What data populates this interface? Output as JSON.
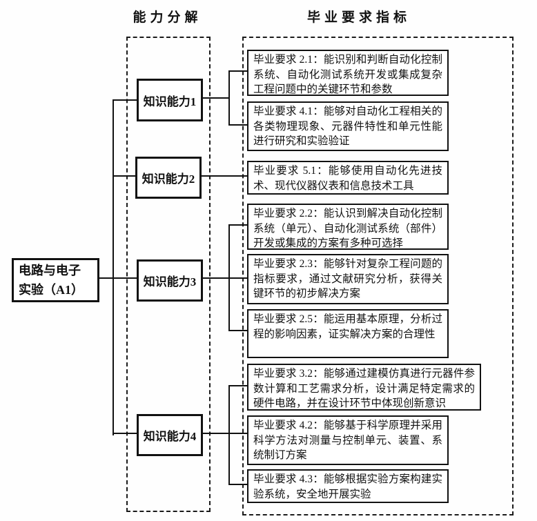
{
  "diagram": {
    "headers": {
      "capability": "能力分解",
      "requirement": "毕业要求指标"
    },
    "course": {
      "line1": "电路与电子",
      "line2": "实验（A1）"
    },
    "capabilities": [
      {
        "label": "知识能力1"
      },
      {
        "label": "知识能力2"
      },
      {
        "label": "知识能力3"
      },
      {
        "label": "知识能力4"
      }
    ],
    "requirements": [
      {
        "text": "毕业要求 2.1：能识别和判断自动化控制系统、自动化测试系统开发或集成复杂工程问题中的关键环节和参数"
      },
      {
        "text": "毕业要求 4.1：能够对自动化工程相关的各类物理现象、元器件特性和单元性能进行研究和实验验证"
      },
      {
        "text": "毕业要求 5.1：能够使用自动化先进技术、现代仪器仪表和信息技术工具"
      },
      {
        "text": "毕业要求 2.2：能认识到解决自动化控制系统（单元）、自动化测试系统（部件）开发或集成的方案有多种可选择"
      },
      {
        "text": "毕业要求 2.3：能够针对复杂工程问题的指标要求，通过文献研究分析，获得关键环节的初步解决方案"
      },
      {
        "text": "毕业要求 2.5：能运用基本原理，分析过程的影响因素，证实解决方案的合理性"
      },
      {
        "text": "毕业要求 3.2：能够通过建模仿真进行元器件参数计算和工艺需求分析，设计满足特定需求的硬件电路，并在设计环节中体现创新意识"
      },
      {
        "text": "毕业要求 4.2：能够基于科学原理并采用科学方法对测量与控制单元、装置、系统制订方案"
      },
      {
        "text": "毕业要求 4.3：能够根据实验方案构建实验系统，安全地开展实验"
      }
    ],
    "colors": {
      "line": "#111111",
      "background": "#fefefe"
    }
  }
}
